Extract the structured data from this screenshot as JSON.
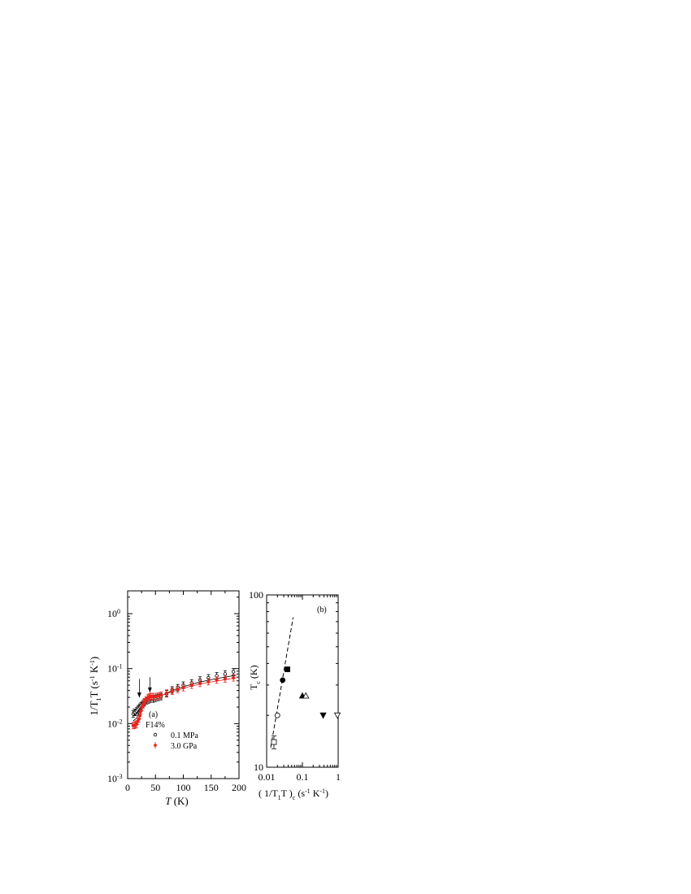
{
  "figure": {
    "panels": [
      "(a)",
      "(b)"
    ]
  },
  "chart_data": [
    {
      "type": "scatter",
      "panel_label": "(a)",
      "xlabel": "T",
      "xunit": "(K)",
      "ylabel_parts": [
        "1/T",
        "1",
        "T (s",
        "-1",
        " K",
        "-1",
        ")"
      ],
      "xlim": [
        0,
        200
      ],
      "ylim": [
        0.001,
        2.6
      ],
      "y_scale": "log",
      "x_ticks": [
        0,
        50,
        100,
        150,
        200
      ],
      "y_ticks": [
        {
          "value": 0.001,
          "base": "10",
          "exp": "-3"
        },
        {
          "value": 0.01,
          "base": "10",
          "exp": "-2"
        },
        {
          "value": 0.1,
          "base": "10",
          "exp": "-1"
        },
        {
          "value": 1,
          "base": "10",
          "exp": "0"
        }
      ],
      "legend_title": "F14%",
      "legend_position": "lower-left",
      "annotations": [
        "arrow at T = 21 K",
        "arrow at T = 40 K"
      ],
      "series": [
        {
          "name": "0.1 MPa",
          "marker": "open-circle",
          "color": "#000000",
          "x": [
            10,
            12,
            14,
            16,
            18,
            20,
            22,
            24,
            26,
            28,
            30,
            34,
            38,
            42,
            46,
            50,
            55,
            60,
            70,
            80,
            90,
            100,
            115,
            130,
            145,
            160,
            175,
            190
          ],
          "y": [
            0.015,
            0.016,
            0.016,
            0.017,
            0.018,
            0.019,
            0.02,
            0.021,
            0.022,
            0.023,
            0.024,
            0.026,
            0.027,
            0.028,
            0.028,
            0.029,
            0.03,
            0.031,
            0.035,
            0.041,
            0.045,
            0.05,
            0.055,
            0.062,
            0.068,
            0.074,
            0.08,
            0.088
          ]
        },
        {
          "name": "3.0 GPa",
          "marker": "filled-circle",
          "color": "#e8241c",
          "x": [
            10,
            12,
            14,
            16,
            18,
            20,
            22,
            24,
            26,
            28,
            30,
            33,
            36,
            38,
            40,
            42,
            44,
            46,
            50,
            55,
            60,
            70,
            80,
            90,
            100,
            115,
            130,
            145,
            160,
            175,
            190
          ],
          "y": [
            0.0092,
            0.0093,
            0.0095,
            0.0098,
            0.011,
            0.012,
            0.014,
            0.017,
            0.02,
            0.022,
            0.025,
            0.027,
            0.029,
            0.03,
            0.031,
            0.031,
            0.031,
            0.031,
            0.031,
            0.032,
            0.033,
            0.036,
            0.039,
            0.042,
            0.045,
            0.05,
            0.054,
            0.058,
            0.062,
            0.065,
            0.068
          ]
        }
      ]
    },
    {
      "type": "scatter",
      "panel_label": "(b)",
      "xlabel_parts": [
        "( 1/T",
        "1",
        "T )",
        "c",
        " (s",
        "-1",
        " K",
        "-1",
        ")"
      ],
      "ylabel_parts": [
        "T",
        "c",
        " (K)"
      ],
      "x_scale": "log",
      "y_scale": "log",
      "xlim": [
        0.01,
        1
      ],
      "ylim": [
        10,
        100
      ],
      "x_ticks": [
        {
          "value": 0.01,
          "label": "0.01"
        },
        {
          "value": 0.1,
          "label": "0.1"
        },
        {
          "value": 1,
          "label": "1"
        }
      ],
      "y_ticks": [
        {
          "value": 10,
          "label": "10"
        },
        {
          "value": 100,
          "label": "100"
        }
      ],
      "points": [
        {
          "x": 0.016,
          "y": 14,
          "marker": "open-square",
          "yerr": 1.2
        },
        {
          "x": 0.02,
          "y": 20,
          "marker": "open-circle"
        },
        {
          "x": 0.028,
          "y": 32,
          "marker": "filled-circle"
        },
        {
          "x": 0.038,
          "y": 37,
          "marker": "filled-square"
        },
        {
          "x": 0.1,
          "y": 26,
          "marker": "filled-triangle-up"
        },
        {
          "x": 0.125,
          "y": 26,
          "marker": "open-triangle-up"
        },
        {
          "x": 0.38,
          "y": 20,
          "marker": "filled-triangle-down"
        },
        {
          "x": 0.95,
          "y": 20,
          "marker": "open-triangle-down"
        }
      ],
      "fit_line": {
        "x": [
          0.013,
          0.055
        ],
        "y": [
          13,
          74
        ],
        "style": "dashed"
      }
    }
  ]
}
